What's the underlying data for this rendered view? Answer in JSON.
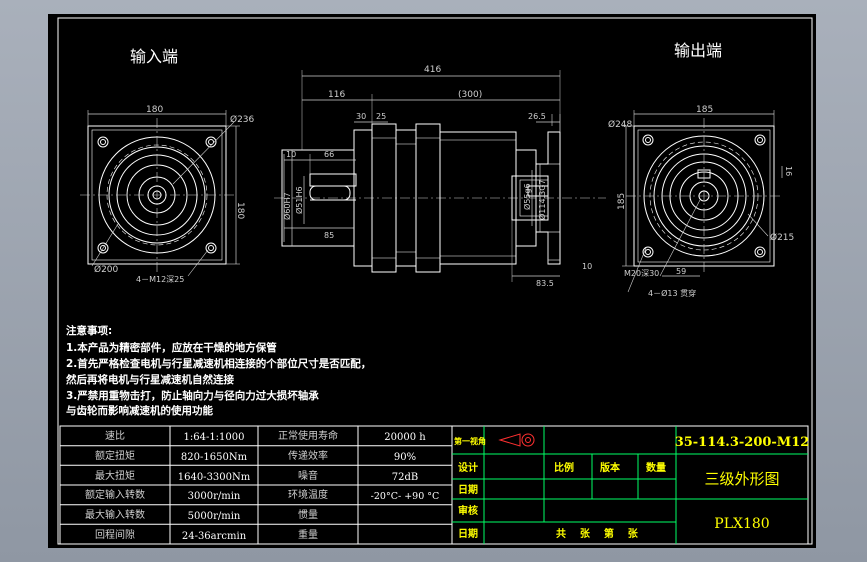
{
  "views": {
    "input_title": "输入端",
    "output_title": "输出端"
  },
  "dimensions": {
    "input": {
      "width": "180",
      "height": "180",
      "flange_dia": "Ø236",
      "bolt_circle": "Ø200",
      "bolt_spec": "4－M12深25"
    },
    "side": {
      "total_length": "416",
      "input_len": "116",
      "body_len": "(300)",
      "d30": "30",
      "d25": "25",
      "d10_left": "10",
      "d66": "66",
      "d85": "85",
      "dia_60": "Ø60H7",
      "dia_51": "Ø51H6",
      "d26_5": "26.5",
      "dia_55": "Ø55g6",
      "dia_114": "Ø114.3G7",
      "d83_5": "83.5",
      "d10_right": "10"
    },
    "output": {
      "width": "185",
      "height": "185",
      "flange_dia": "Ø248",
      "bolt_circle": "Ø215",
      "key_width": "16",
      "center_tap": "M20深30",
      "key_height": "59",
      "hole_spec": "4－Ø13 贯穿"
    }
  },
  "notes": {
    "heading": "注意事项:",
    "lines": [
      "1.本产品为精密部件，应放在干燥的地方保管",
      "2.首先严格检查电机与行星减速机相连接的个部位尺寸是否匹配，",
      "然后再将电机与行星减速机自然连接",
      "3.严禁用重物击打，防止轴向力与径向力过大损坏轴承",
      "与齿轮而影响减速机的使用功能"
    ]
  },
  "spec_table": {
    "rows": [
      {
        "label1": "速比",
        "value1": "1:64-1:1000",
        "label2": "正常使用寿命",
        "value2": "20000 h"
      },
      {
        "label1": "额定扭矩",
        "value1": "820-1650Nm",
        "label2": "传递效率",
        "value2": "90%"
      },
      {
        "label1": "最大扭矩",
        "value1": "1640-3300Nm",
        "label2": "噪音",
        "value2": "72dB"
      },
      {
        "label1": "额定输入转数",
        "value1": "3000r/min",
        "label2": "环境温度",
        "value2": "-20°C- +90 °C"
      },
      {
        "label1": "最大输入转数",
        "value1": "5000r/min",
        "label2": "惯量",
        "value2": ""
      },
      {
        "label1": "回程间隙",
        "value1": "24-36arcmin",
        "label2": "重量",
        "value2": ""
      }
    ]
  },
  "title_block": {
    "projection_label": "第一视角",
    "design": "设计",
    "scale": "比例",
    "version": "版本",
    "quantity": "数量",
    "date1": "日期",
    "review": "审核",
    "date2": "日期",
    "sheets": "共    张    第    张",
    "drawing_no": "35-114.3-200-M12",
    "drawing_title": "三级外形图",
    "model": "PLX180"
  },
  "colors": {
    "background": "#000000",
    "line": "#ffffff",
    "dimension": "#cfcfcf",
    "table_line": "#ffffff",
    "title_block_line": "#00ff66",
    "title_text": "#ffff00",
    "title_label": "#00ffff",
    "accent_red": "#ff3030"
  }
}
